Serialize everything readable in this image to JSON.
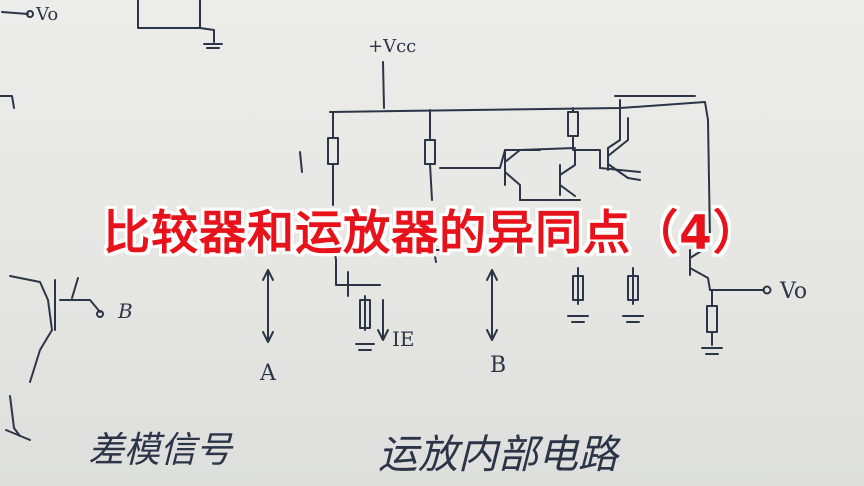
{
  "title": "比较器和运放器的异同点（4）",
  "labels": {
    "supply": "+Vcc",
    "output_top_left": "Vo",
    "output_right": "Vo",
    "input_a": "A",
    "input_b": "B",
    "emitter_current": "IE",
    "left_b": "B",
    "caption": "运放内部电路",
    "left_caption": "差模信号"
  },
  "colors": {
    "title": "#e8121b",
    "ink": "#2c3548",
    "paper": "#e9e9e6"
  }
}
